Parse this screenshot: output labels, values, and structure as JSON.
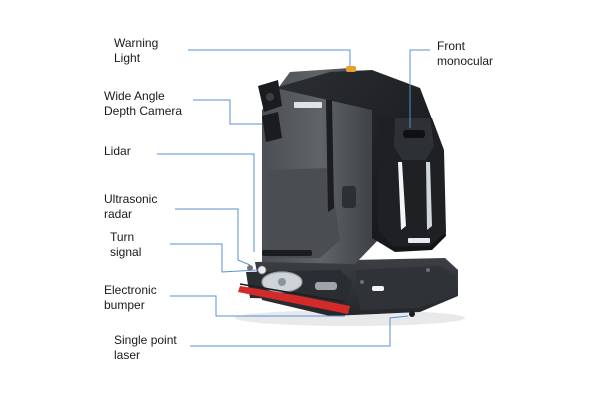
{
  "labels": {
    "warning_light": [
      "Warning",
      "Light"
    ],
    "depth_camera": [
      "Wide Angle",
      "Depth Camera"
    ],
    "lidar": [
      "Lidar"
    ],
    "ultrasonic_radar": [
      "Ultrasonic",
      "radar"
    ],
    "turn_signal": [
      "Turn",
      "signal"
    ],
    "electronic_bumper": [
      "Electronic",
      "bumper"
    ],
    "single_point_laser": [
      "Single point",
      "laser"
    ],
    "front_monocular": [
      "Front",
      "monocular"
    ]
  },
  "colors": {
    "leader_line": "#5b8fd6",
    "body_dark": "#3f4347",
    "body_mid": "#5a5f64",
    "hood_black": "#1b1d1f",
    "warning_light": "#e7a12a",
    "bumper_red": "#d42a2a",
    "accent_white": "#f2f4f6"
  }
}
